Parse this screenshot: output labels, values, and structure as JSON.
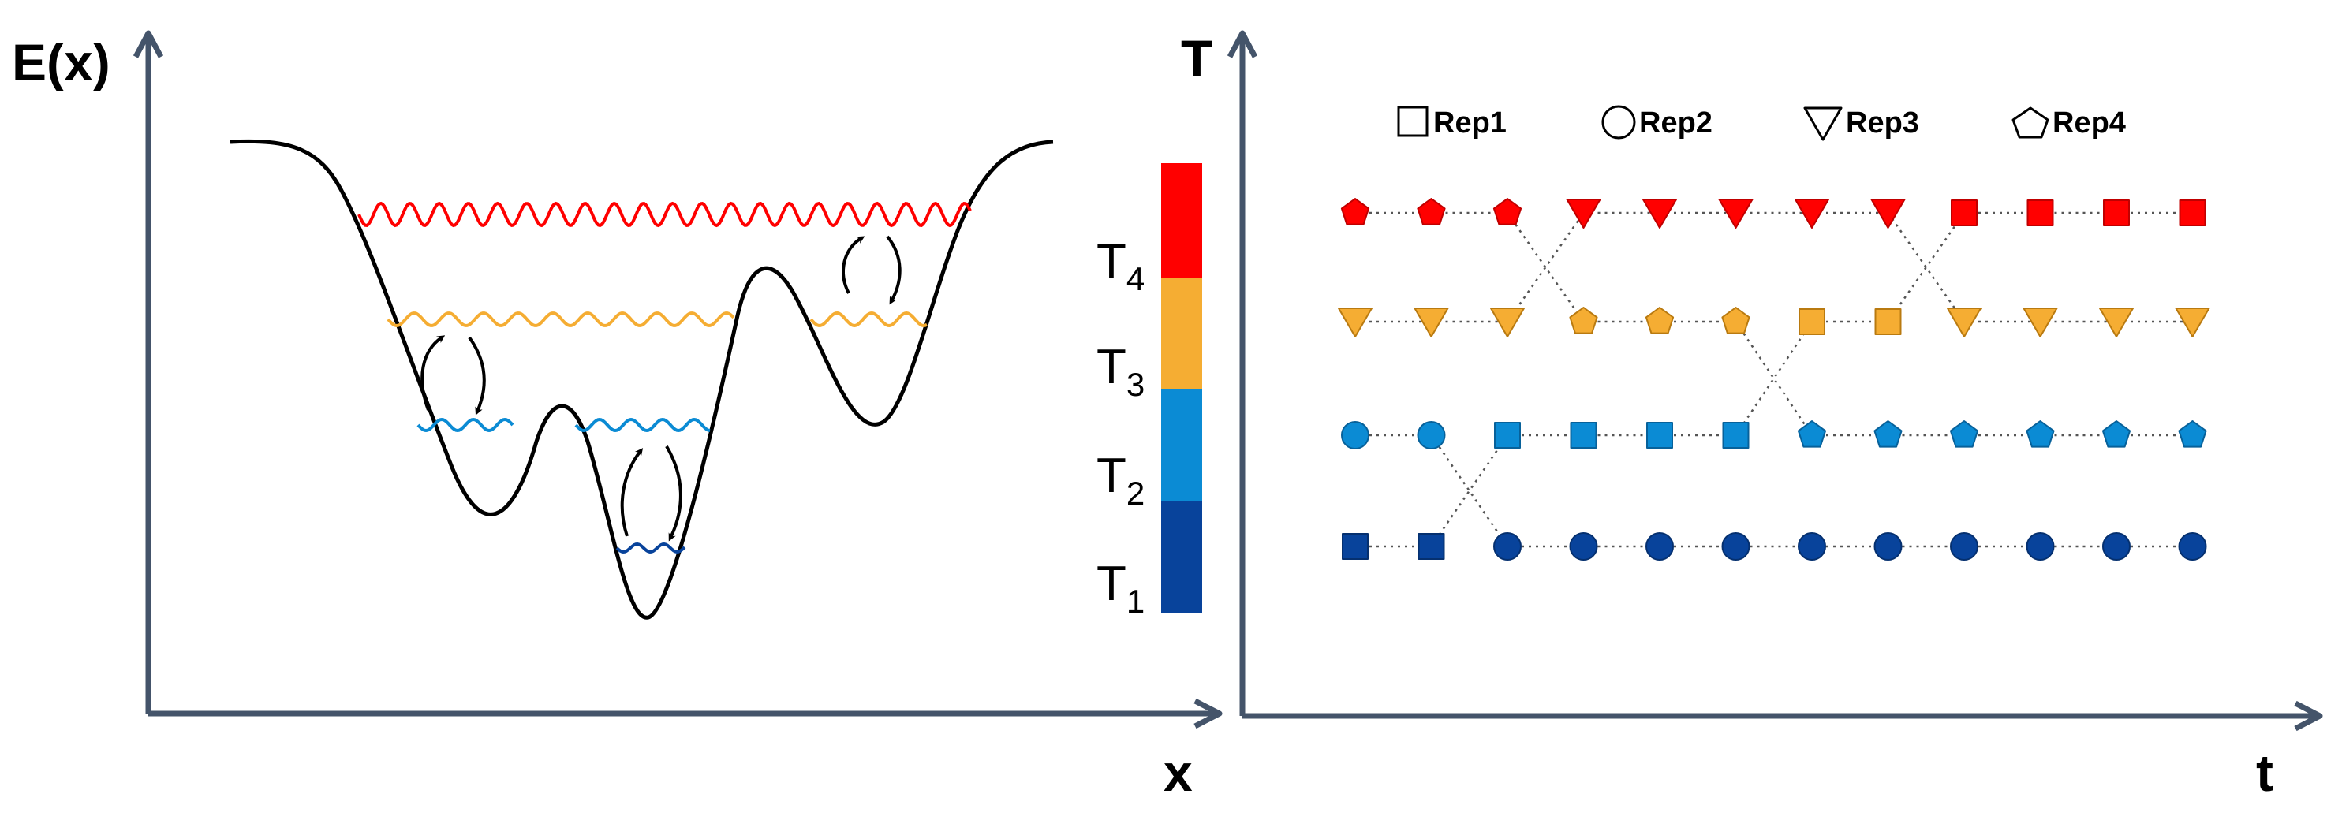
{
  "left_panel": {
    "y_axis_label": "E(x)",
    "x_axis_label": "x",
    "colorbar": [
      {
        "base": "T",
        "sub": "4",
        "color": "#ff0000"
      },
      {
        "base": "T",
        "sub": "3",
        "color": "#f5ad33"
      },
      {
        "base": "T",
        "sub": "2",
        "color": "#0b8bd4"
      },
      {
        "base": "T",
        "sub": "1",
        "color": "#08439b"
      }
    ]
  },
  "right_panel": {
    "y_axis_label": "T",
    "x_axis_label": "t",
    "legend": [
      {
        "label": "Rep1",
        "shape": "square"
      },
      {
        "label": "Rep2",
        "shape": "circle"
      },
      {
        "label": "Rep3",
        "shape": "triangle-down"
      },
      {
        "label": "Rep4",
        "shape": "pentagon"
      }
    ],
    "replica_shapes_by_level": {
      "T4": [
        "pentagon",
        "pentagon",
        "pentagon",
        "triangle-down",
        "triangle-down",
        "triangle-down",
        "triangle-down",
        "triangle-down",
        "square",
        "square",
        "square",
        "square"
      ],
      "T3": [
        "triangle-down",
        "triangle-down",
        "triangle-down",
        "pentagon",
        "pentagon",
        "pentagon",
        "square",
        "square",
        "triangle-down",
        "triangle-down",
        "triangle-down",
        "triangle-down"
      ],
      "T2": [
        "circle",
        "circle",
        "square",
        "square",
        "square",
        "square",
        "pentagon",
        "pentagon",
        "pentagon",
        "pentagon",
        "pentagon",
        "pentagon"
      ],
      "T1": [
        "square",
        "square",
        "circle",
        "circle",
        "circle",
        "circle",
        "circle",
        "circle",
        "circle",
        "circle",
        "circle",
        "circle"
      ]
    }
  }
}
